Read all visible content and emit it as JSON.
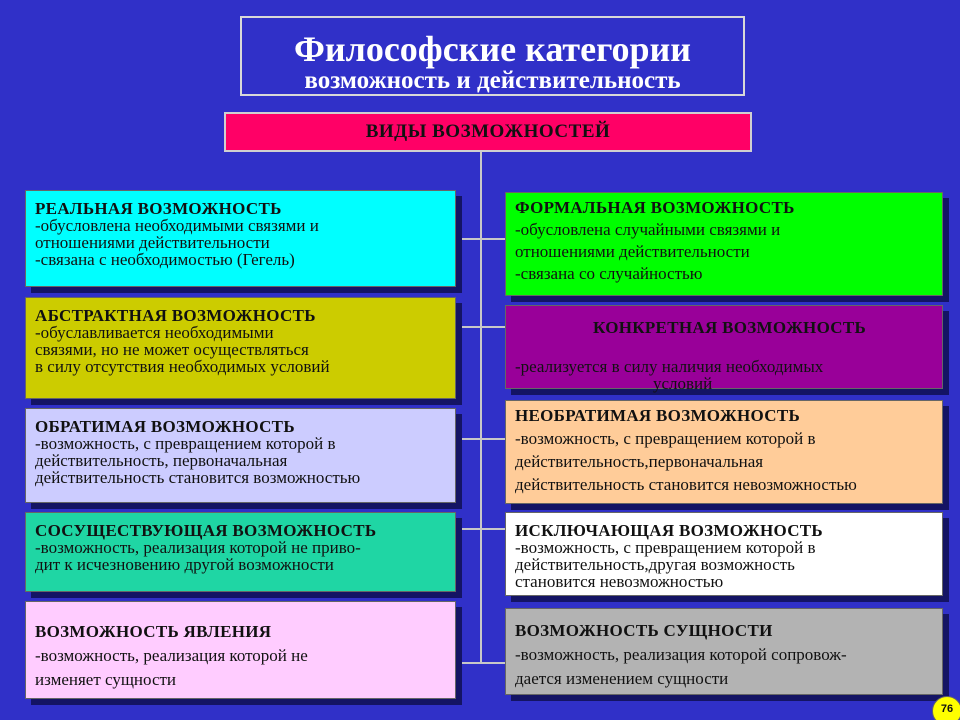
{
  "title": {
    "main": "Философские  категории",
    "sub": "возможность и действительность"
  },
  "header": "ВИДЫ ВОЗМОЖНОСТЕЙ",
  "left_boxes": [
    {
      "head": "РЕАЛЬНАЯ ВОЗМОЖНОСТЬ",
      "desc": "-обусловлена необходимыми связями и\nотношениями действительности\n-связана с необходимостью (Гегель)"
    },
    {
      "head": "АБСТРАКТНАЯ ВОЗМОЖНОСТЬ",
      "desc": "-обуславливается необходимыми\nсвязями, но не может осуществляться\n в силу отсутствия необходимых условий"
    },
    {
      "head": "ОБРАТИМАЯ ВОЗМОЖНОСТЬ",
      "desc": "-возможность, с превращением которой в\nдействительность, первоначальная\nдействительность становится возможностью"
    },
    {
      "head": "СОСУЩЕСТВУЮЩАЯ ВОЗМОЖНОСТЬ",
      "desc": "-возможность, реализация которой не приво-\nдит к исчезновению другой возможности"
    },
    {
      "head": "ВОЗМОЖНОСТЬ ЯВЛЕНИЯ",
      "desc": "-возможность, реализация которой не\nизменяет сущности"
    }
  ],
  "right_boxes": [
    {
      "head": "ФОРМАЛЬНАЯ  ВОЗМОЖНОСТЬ",
      "desc": "-обусловлена случайными связями и\nотношениями действительности\n-связана со случайностью"
    },
    {
      "head": "КОНКРЕТНАЯ ВОЗМОЖНОСТЬ",
      "desc_l1": "-реализуется в силу наличия необходимых",
      "desc_l2": "условий"
    },
    {
      "head": "НЕОБРАТИМАЯ ВОЗМОЖНОСТЬ",
      "desc": "-возможность, с превращением которой в\nдействительность,первоначальная\nдействительность становится невозможностью"
    },
    {
      "head": "ИСКЛЮЧАЮЩАЯ ВОЗМОЖНОСТЬ",
      "desc": "-возможность, с превращением которой в\nдействительность,другая возможность\nстановится невозможностью"
    },
    {
      "head": "ВОЗМОЖНОСТЬ СУЩНОСТИ",
      "desc": "-возможность, реализация которой сопровож-\nдается изменением сущности"
    }
  ],
  "page_number": "76"
}
